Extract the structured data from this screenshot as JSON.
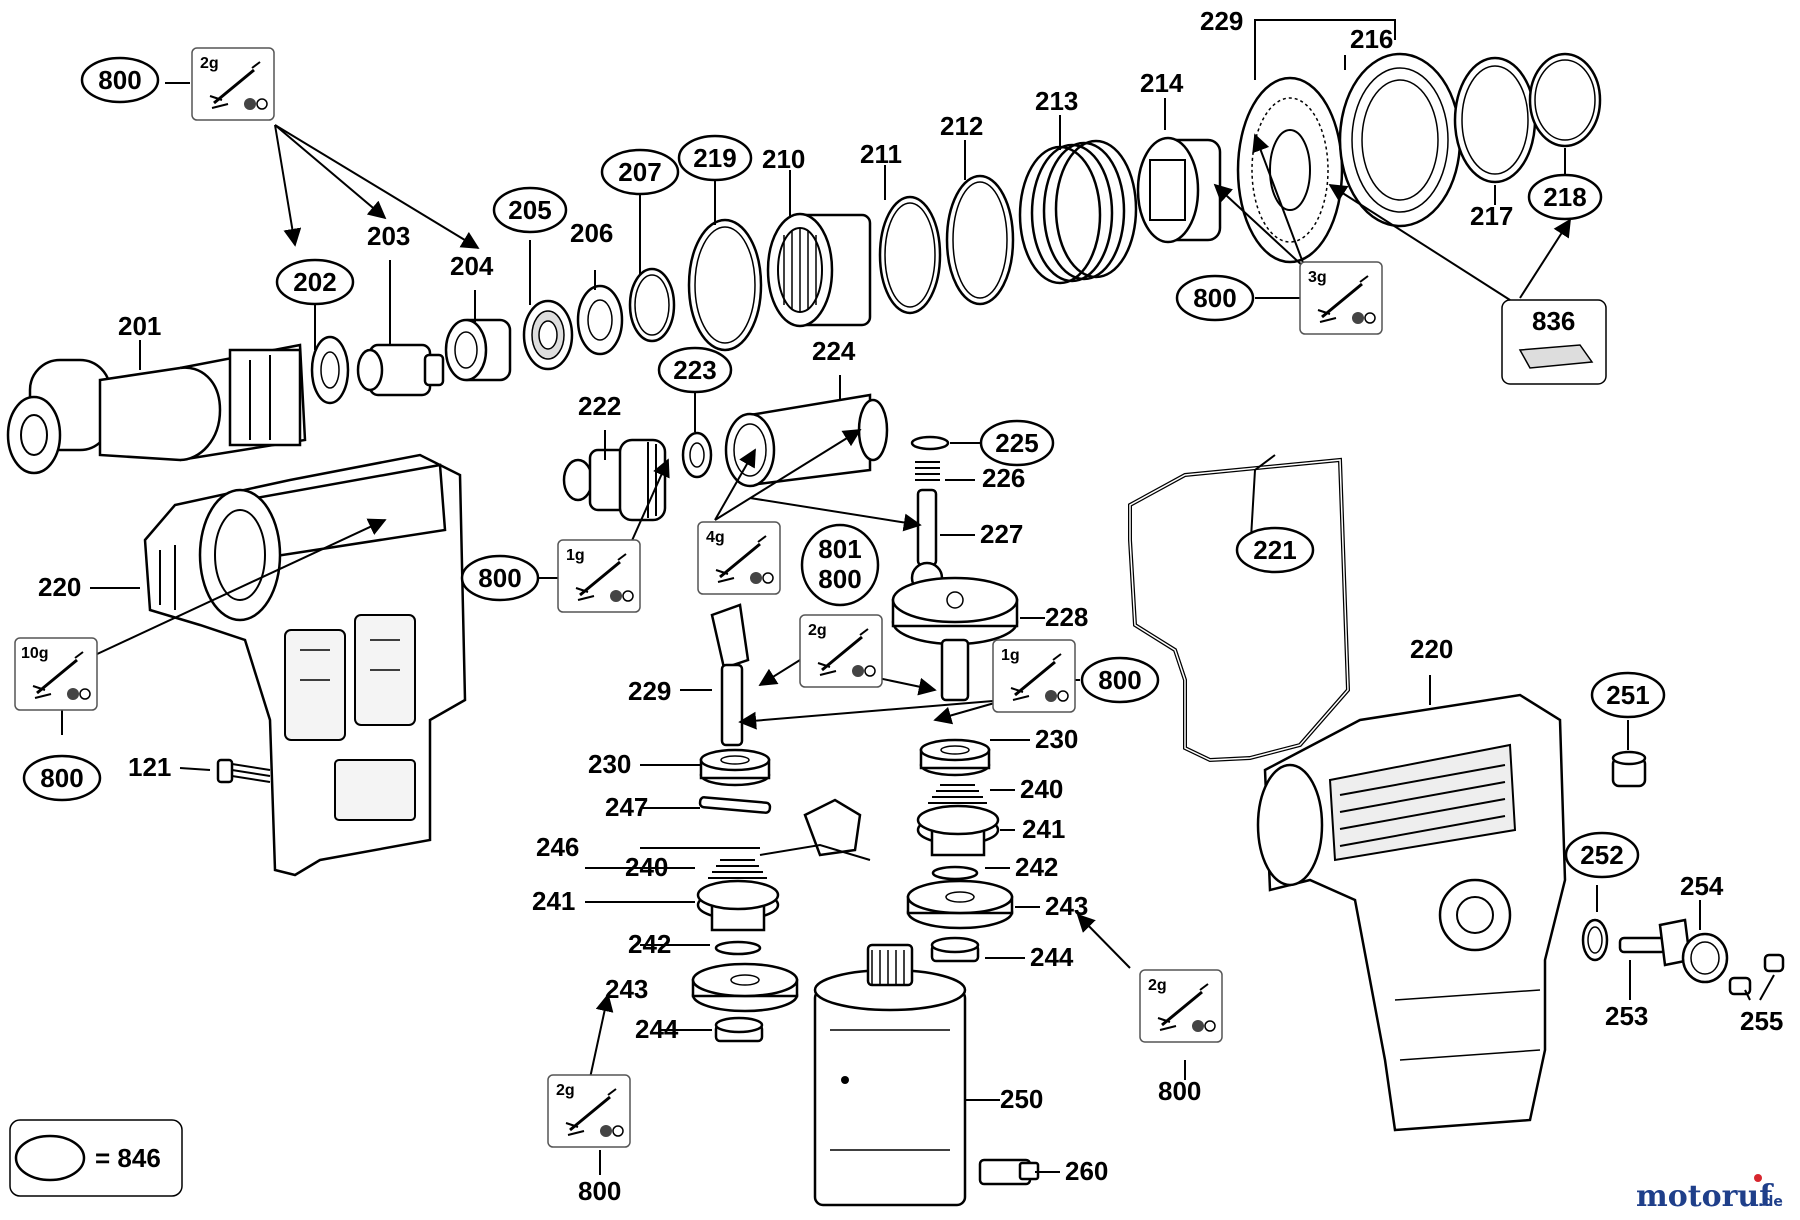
{
  "labels": {
    "l201": "201",
    "l202": "202",
    "l203": "203",
    "l204": "204",
    "l205": "205",
    "l206": "206",
    "l207": "207",
    "l210": "210",
    "l211": "211",
    "l212": "212",
    "l213": "213",
    "l214": "214",
    "l216": "216",
    "l217": "217",
    "l218": "218",
    "l219": "219",
    "l220a": "220",
    "l220b": "220",
    "l221": "221",
    "l222": "222",
    "l223": "223",
    "l224": "224",
    "l225": "225",
    "l226": "226",
    "l227": "227",
    "l228": "228",
    "l229a": "229",
    "l229b": "229",
    "l230a": "230",
    "l230b": "230",
    "l240a": "240",
    "l240b": "240",
    "l241a": "241",
    "l241b": "241",
    "l242a": "242",
    "l242b": "242",
    "l243a": "243",
    "l243b": "243",
    "l244a": "244",
    "l244b": "244",
    "l246": "246",
    "l247": "247",
    "l250": "250",
    "l251": "251",
    "l252": "252",
    "l253": "253",
    "l254": "254",
    "l255": "255",
    "l260": "260",
    "l121": "121",
    "l836": "836",
    "l801": "801",
    "o800a": "800",
    "o800b": "800",
    "o800c": "800",
    "o800d": "800",
    "o800e": "800",
    "o800f": "800",
    "o800g": "800",
    "o800h": "800"
  },
  "kits": {
    "k1": "2g",
    "k2": "3g",
    "k3": "10g",
    "k4": "1g",
    "k5": "4g",
    "k6": "2g",
    "k7": "1g",
    "k8": "2g",
    "k9": "2g"
  },
  "legend": {
    "value": "= 846"
  },
  "watermark": {
    "brand": "motoruf",
    "tld": ".de"
  },
  "colors": {
    "ink": "#000000",
    "brand_blue": "#1f3f8a",
    "brand_red": "#d7262e"
  }
}
